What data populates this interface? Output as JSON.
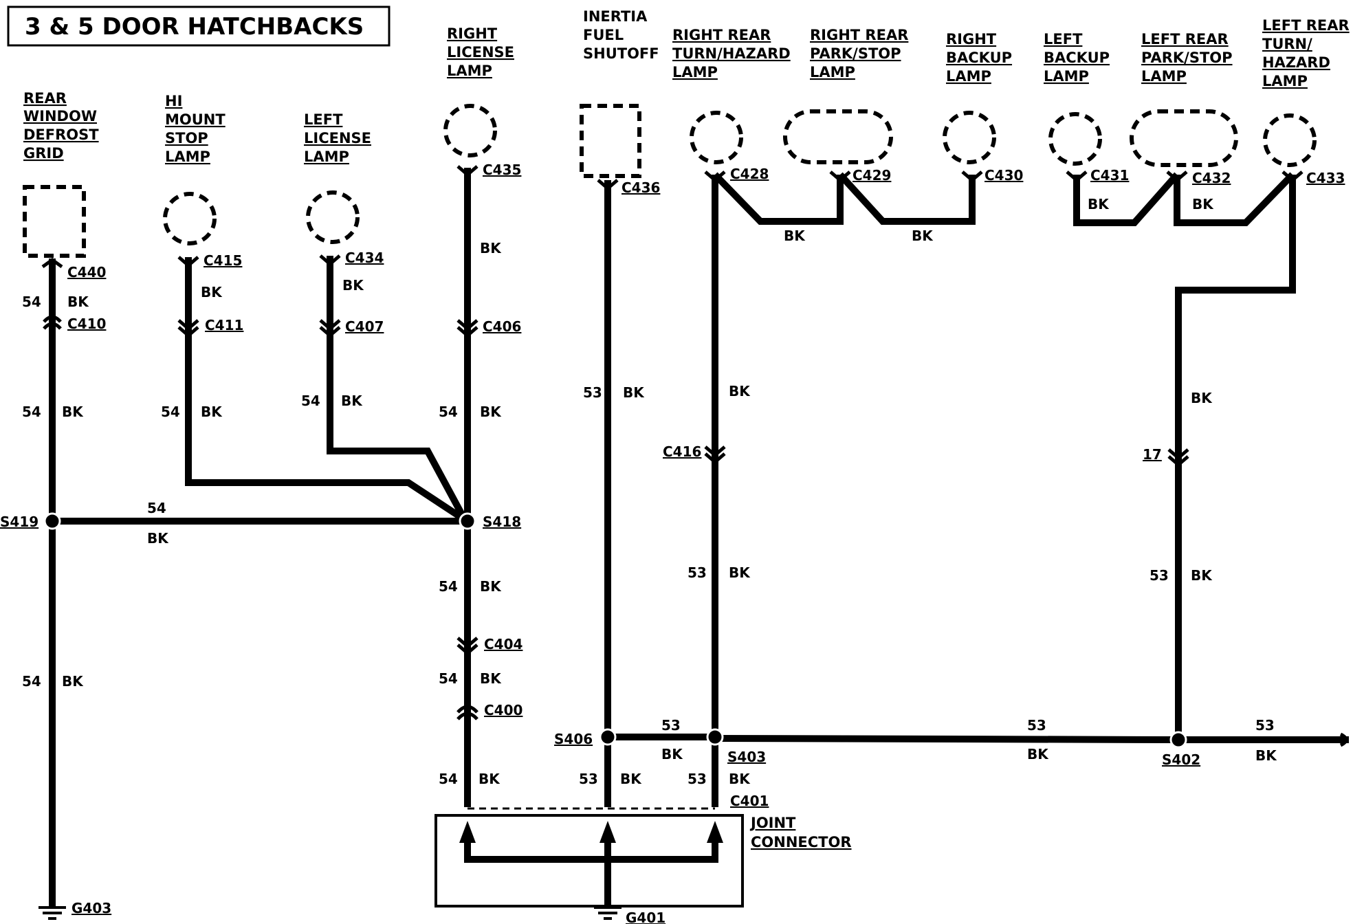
{
  "title": "3 & 5 DOOR HATCHBACKS",
  "components": {
    "rear_window_defrost_grid": [
      "REAR",
      "WINDOW",
      "DEFROST",
      "GRID"
    ],
    "hi_mount_stop_lamp": [
      "HI",
      "MOUNT",
      "STOP",
      "LAMP"
    ],
    "left_license_lamp": [
      "LEFT",
      "LICENSE",
      "LAMP"
    ],
    "right_license_lamp": [
      "RIGHT",
      "LICENSE",
      "LAMP"
    ],
    "inertia_fuel_shutoff": [
      "INERTIA",
      "FUEL",
      "SHUTOFF"
    ],
    "right_rear_turn_hazard_lamp": [
      "RIGHT REAR",
      "TURN/HAZARD",
      "LAMP"
    ],
    "right_rear_park_stop_lamp": [
      "RIGHT REAR",
      "PARK/STOP",
      "LAMP"
    ],
    "right_backup_lamp": [
      "RIGHT",
      "BACKUP",
      "LAMP"
    ],
    "left_backup_lamp": [
      "LEFT",
      "BACKUP",
      "LAMP"
    ],
    "left_rear_park_stop_lamp": [
      "LEFT REAR",
      "PARK/STOP",
      "LAMP"
    ],
    "left_rear_turn_hazard_lamp": [
      "LEFT REAR",
      "TURN/",
      "HAZARD",
      "LAMP"
    ],
    "joint_connector": [
      "JOINT",
      "CONNECTOR"
    ]
  },
  "connectors": {
    "c440": "C440",
    "c410": "C410",
    "c415": "C415",
    "c411": "C411",
    "c434": "C434",
    "c407": "C407",
    "c435": "C435",
    "c406": "C406",
    "c404": "C404",
    "c400": "C400",
    "c436": "C436",
    "c428": "C428",
    "c429": "C429",
    "c430": "C430",
    "c431": "C431",
    "c432": "C432",
    "c433": "C433",
    "c416": "C416",
    "c417": "17",
    "c401": "C401"
  },
  "splices": {
    "s419": "S419",
    "s418": "S418",
    "s406": "S406",
    "s403": "S403",
    "s402": "S402"
  },
  "grounds": {
    "g403": "G403",
    "g401": "G401"
  },
  "wire": {
    "circuit_54": "54",
    "circuit_53": "53",
    "color_bk": "BK"
  }
}
